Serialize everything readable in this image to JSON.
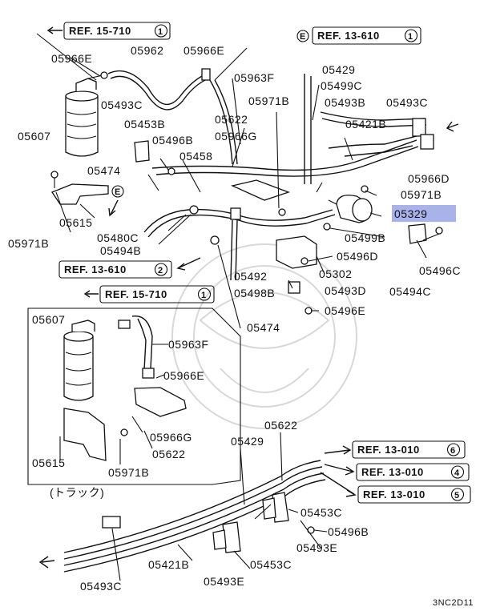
{
  "diagram_code": "3NC2D11",
  "truck_note": "(トラック)",
  "refs": {
    "r1": "REF. 15-710",
    "r1_num": "1",
    "r2": "REF. 13-610",
    "r2_num": "1",
    "r2_prefix": "E",
    "r3": "REF. 13-610",
    "r3_num": "2",
    "r4": "REF. 15-710",
    "r4_num": "1",
    "r5": "REF. 13-010",
    "r5_num": "6",
    "r6": "REF. 13-010",
    "r6_num": "4",
    "r7": "REF. 13-010",
    "r7_num": "5",
    "e_marker": "E"
  },
  "labels": {
    "p05966E_a": "05966E",
    "p05962": "05962",
    "p05966E_b": "05966E",
    "p05963F_a": "05963F",
    "p05429_a": "05429",
    "p05499C": "05499C",
    "p05493C_a": "05493C",
    "p05453B": "05453B",
    "p05607_a": "05607",
    "p05496B_a": "05496B",
    "p05971B_a": "05971B",
    "p05622_a": "05622",
    "p05493B": "05493B",
    "p05493C_b": "05493C",
    "p05421B_a": "05421B",
    "p05966G_a": "05966G",
    "p05458": "05458",
    "p05474_a": "05474",
    "p05966D": "05966D",
    "p05971B_b": "05971B",
    "p05329": "05329",
    "p05615_a": "05615",
    "p05480C": "05480C",
    "p05494B": "05494B",
    "p05971B_c": "05971B",
    "p05499B": "05499B",
    "p05496C": "05496C",
    "p05496D": "05496D",
    "p05302": "05302",
    "p05492": "05492",
    "p05494C": "05494C",
    "p05498B": "05498B",
    "p05493D": "05493D",
    "p05496E": "05496E",
    "p05474_b": "05474",
    "p05607_b": "05607",
    "p05963F_b": "05963F",
    "p05966E_c": "05966E",
    "p05966G_b": "05966G",
    "p05622_b": "05622",
    "p05615_b": "05615",
    "p05971B_d": "05971B",
    "p05622_c": "05622",
    "p05429_b": "05429",
    "p05453C_a": "05453C",
    "p05496B_b": "05496B",
    "p05493E_a": "05493E",
    "p05453C_b": "05453C",
    "p05493E_b": "05493E",
    "p05421B_b": "05421B",
    "p05493C_c": "05493C"
  },
  "highlight_color": "#9aa6e6"
}
